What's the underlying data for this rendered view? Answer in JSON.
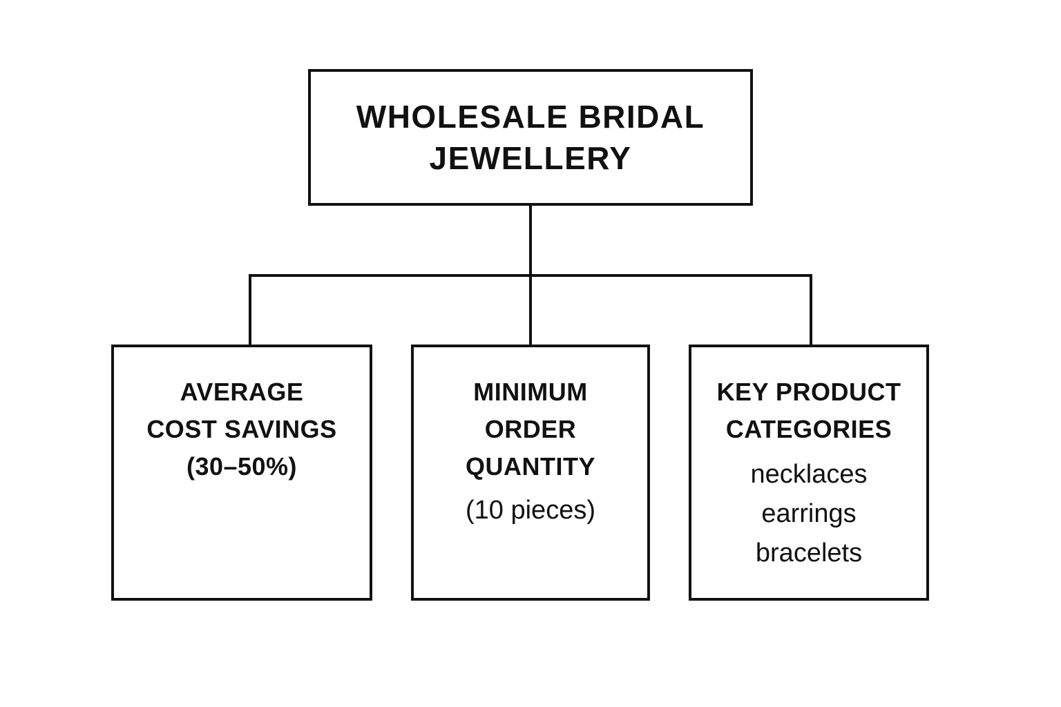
{
  "root": {
    "lines": [
      "WHOLESALE BRIDAL",
      "JEWELLERY"
    ]
  },
  "children": [
    {
      "id": "cost",
      "heading": [
        "AVERAGE",
        "COST SAVINGS",
        "(30–50%)"
      ],
      "details": []
    },
    {
      "id": "moq",
      "heading": [
        "MINIMUM",
        "ORDER",
        "QUANTITY"
      ],
      "details": [
        "(10 pieces)"
      ]
    },
    {
      "id": "categories",
      "heading": [
        "KEY PRODUCT",
        "CATEGORIES"
      ],
      "details": [
        "necklaces",
        "earrings",
        "bracelets"
      ]
    }
  ],
  "colors": {
    "stroke": "#111111",
    "background": "#ffffff"
  }
}
